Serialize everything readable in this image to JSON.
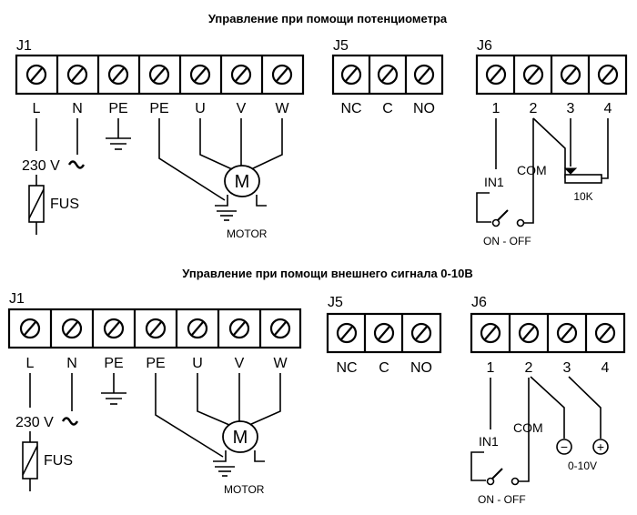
{
  "diagrams": [
    {
      "title": "Управление при помощи потенциометра",
      "j1": {
        "name": "J1",
        "terminals": [
          "L",
          "N",
          "PE",
          "PE",
          "U",
          "V",
          "W"
        ]
      },
      "j5": {
        "name": "J5",
        "terminals": [
          "NC",
          "C",
          "NO"
        ]
      },
      "j6": {
        "name": "J6",
        "terminals": [
          "1",
          "2",
          "3",
          "4"
        ]
      },
      "voltage": "230 V",
      "fuse": "FUS",
      "motor_symbol": "M",
      "motor_label": "MOTOR",
      "input_label": "IN1",
      "com_label": "COM",
      "switch_label": "ON - OFF",
      "pot_label": "10K"
    },
    {
      "title": "Управление при помощи внешнего сигнала 0-10В",
      "j1": {
        "name": "J1",
        "terminals": [
          "L",
          "N",
          "PE",
          "PE",
          "U",
          "V",
          "W"
        ]
      },
      "j5": {
        "name": "J5",
        "terminals": [
          "NC",
          "C",
          "NO"
        ]
      },
      "j6": {
        "name": "J6",
        "terminals": [
          "1",
          "2",
          "3",
          "4"
        ]
      },
      "voltage": "230 V",
      "fuse": "FUS",
      "motor_symbol": "M",
      "motor_label": "MOTOR",
      "input_label": "IN1",
      "com_label": "COM",
      "switch_label": "ON - OFF",
      "signal_minus": "−",
      "signal_plus": "+",
      "signal_label": "0-10V"
    }
  ]
}
